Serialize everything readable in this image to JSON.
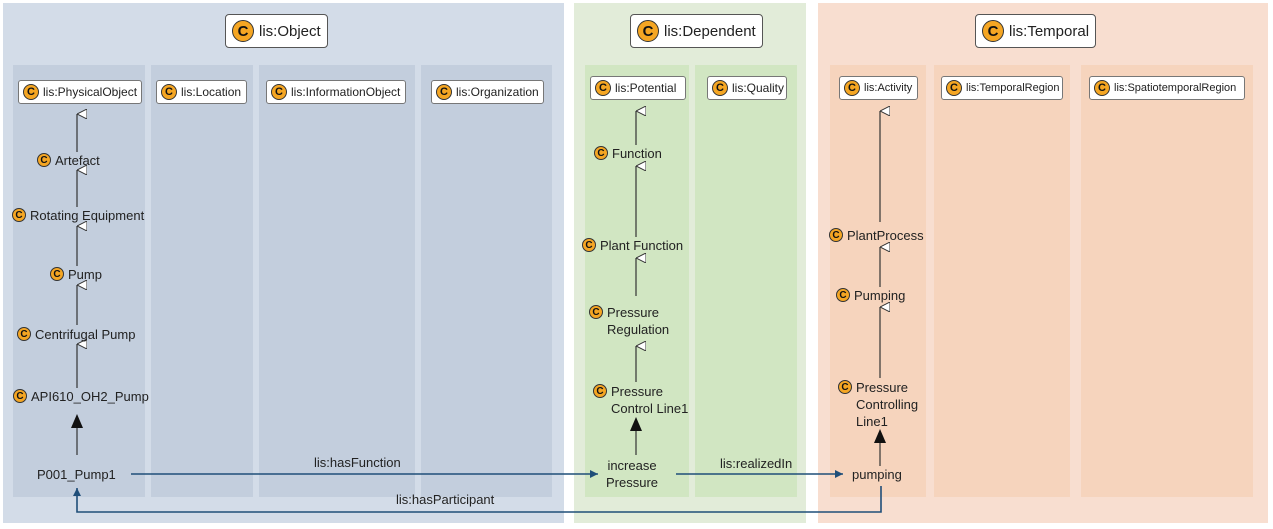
{
  "regions": {
    "object": {
      "title": "lis:Object",
      "color": "#d3dce8"
    },
    "dependent": {
      "title": "lis:Dependent",
      "color": "#e2ecd9"
    },
    "temporal": {
      "title": "lis:Temporal",
      "color": "#f8ded0"
    }
  },
  "columns": {
    "physical_object": "lis:PhysicalObject",
    "location": "lis:Location",
    "information_object": "lis:InformationObject",
    "organization": "lis:Organization",
    "potential": "lis:Potential",
    "quality": "lis:Quality",
    "activity": "lis:Activity",
    "temporal_region": "lis:TemporalRegion",
    "spatiotemporal_region": "lis:SpatiotemporalRegion"
  },
  "class_badge": "C",
  "object_chain": [
    "Artefact",
    "Rotating Equipment",
    "Pump",
    "Centrifugal Pump",
    "API610_OH2_Pump"
  ],
  "dependent_chain": [
    {
      "line1": "Function",
      "line2": ""
    },
    {
      "line1": "Plant Function",
      "line2": ""
    },
    {
      "line1": "Pressure",
      "line2": "Regulation"
    },
    {
      "line1": "Pressure",
      "line2": "Control Line1"
    }
  ],
  "temporal_chain": [
    {
      "line1": "PlantProcess",
      "line2": "",
      "line3": ""
    },
    {
      "line1": "Pumping",
      "line2": "",
      "line3": ""
    },
    {
      "line1": "Pressure",
      "line2": "Controlling",
      "line3": "Line1"
    }
  ],
  "instances": {
    "pump": "P001_Pump1",
    "function_line1": "increase",
    "function_line2": "Pressure",
    "activity": "pumping"
  },
  "relations": {
    "has_function": "lis:hasFunction",
    "realized_in": "lis:realizedIn",
    "has_participant": "lis:hasParticipant"
  },
  "colors": {
    "relation_arrow": "#1f4e79",
    "subclass_edge": "#333333"
  }
}
